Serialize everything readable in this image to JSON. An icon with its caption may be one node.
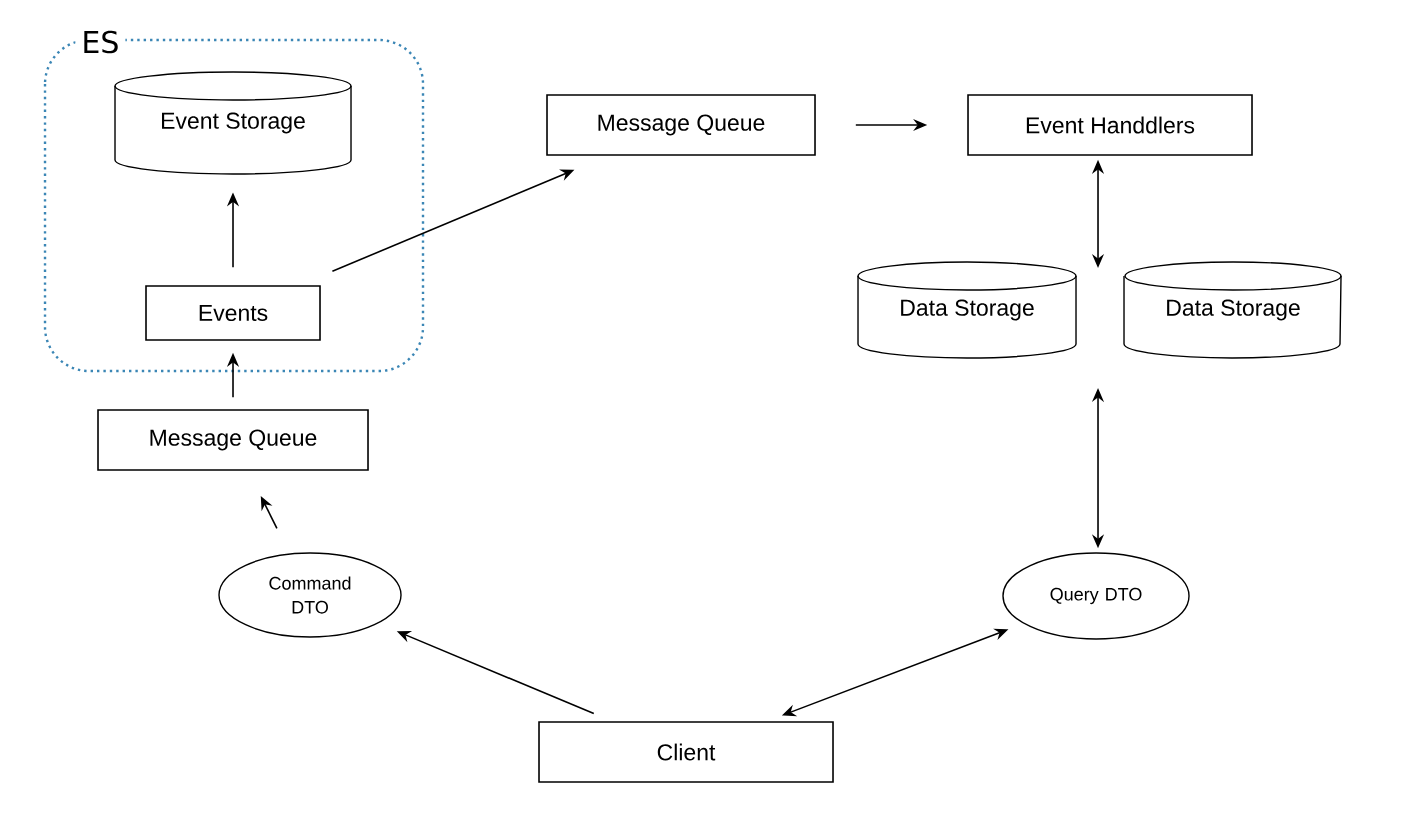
{
  "diagram": {
    "nodes": [
      {
        "text": [
          "ES"
        ]
      },
      {
        "text": [
          "Event Storage"
        ],
        "in": 0
      },
      {
        "text": [
          "Events"
        ],
        "in": 0
      },
      {
        "text": [
          "Message Queue"
        ]
      },
      {
        "text": [
          "Event Handdlers"
        ]
      },
      {
        "text": [
          "Data Storage"
        ]
      },
      {
        "text": [
          "Data Storage"
        ]
      },
      {
        "text": [
          "Message Queue"
        ]
      },
      {
        "text": [
          "Command DTO"
        ]
      },
      {
        "text": [
          "Query DTO"
        ]
      },
      {
        "text": [
          "Client"
        ]
      }
    ],
    "edges": [
      {
        "from": 2,
        "to": 1,
        "arrow": "to"
      },
      {
        "from": 2,
        "to": 3,
        "arrow": "to"
      },
      {
        "from": 3,
        "to": 4,
        "arrow": "to"
      },
      {
        "from": 4,
        "to": null,
        "arrow": "both"
      },
      {
        "from": null,
        "to": 9,
        "arrow": "both"
      },
      {
        "from": 7,
        "to": 2,
        "arrow": "to"
      },
      {
        "from": 8,
        "to": 7,
        "arrow": "to"
      },
      {
        "from": 10,
        "to": 8,
        "arrow": "to"
      },
      {
        "from": 10,
        "to": 9,
        "arrow": "both"
      }
    ]
  }
}
